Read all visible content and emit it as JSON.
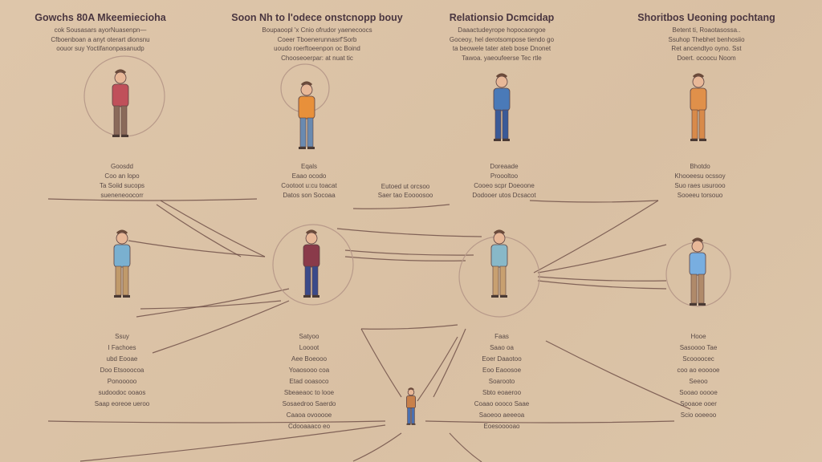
{
  "columns": [
    {
      "title": "Gowchs 80A Mkeemiecioha",
      "lines": [
        "cok Sousasars ayorNuasenpn—",
        "Cfboenboan a anyt oterart dionsnu",
        "oouor suy Yoctifanonpasanudp"
      ]
    },
    {
      "title": "Soon Nh to l'odece onstcnopp bouy",
      "lines": [
        "Boupaoopl 'x Cnio ofrudor yaenecoocs",
        "Coeer Tboenerunnasrf'Sorb",
        "uoudo roerftoeenpon oc Boind",
        "Chooseoerpar: at nuat tic"
      ]
    },
    {
      "title": "Relationsio Dcmcidap",
      "lines": [
        "Daaactudeyrope hopocaongoe",
        "Goceoy, hel derotsompose tiendo go",
        "ta beowele tater ateb bose Dnonet",
        "Tawoa. yaeoufeerse Tec rtle"
      ]
    },
    {
      "title": "Shoritbos Ueoning pochtang",
      "lines": [
        "Betent ti, Roaotasossa..",
        "Ssuhop Thebhet benhosiio",
        "Ret ancendtyo oyno. Sst",
        "Doert. ocoocu Noom"
      ]
    }
  ],
  "row1_captions": [
    [
      "Goosdd",
      "Coo an lopo",
      "Ta Soiid sucops",
      "sueneneoocorr"
    ],
    [
      "Eqals",
      "Eaao ocodo",
      "Cootoot u:cu toacat",
      "Datos son Socoaa"
    ],
    [
      "Doreaade",
      "Proooltoo",
      "Cooeo scpr Doeoone",
      "Dodooer utos Dcsacot"
    ],
    [
      "Bhotdo",
      "Khooeesu ocssoy",
      "Suo raes usurooo",
      "Sooeeu torsouo"
    ]
  ],
  "middle_note": [
    "Eutoed ut orcsoo",
    "Saer tao Eoooosoo"
  ],
  "row2_captions": [
    [
      "Ssuy",
      "I Fachoes",
      "ubd Eooae",
      "Doo Etsooocoa",
      "Ponooooo",
      "sudoodoc ooaos",
      "Saap eoreoe ueroo"
    ],
    [
      "Satyoo",
      "Loooot",
      "Aee Boeooo",
      "Yoaosooo coa",
      "Etad ooasoco",
      "Sbeaeaoc to looe",
      "Sosaedroo Saerdo",
      "Caaoa ovooooe",
      "Cdooaaaco eo"
    ],
    [
      "Faas",
      "Saao oa",
      "Eoer Daaotoo",
      "Eoo Eaoosoe",
      "Soarooto",
      "Sbto eoaeroo",
      "Coaao oooco Saae",
      "Saoeoo aeeeoa",
      "Eoesooooao"
    ],
    [
      "Hooe",
      "Sasoooo Tae",
      "Scoooocec",
      "coo ao eooooe",
      "Seeoo",
      "Sooao ooooe",
      "Sooaoe ooer",
      "Scio ooeeoo"
    ]
  ],
  "colors": {
    "background": "#dcc4a8",
    "ink": "#5a4040",
    "circle": "#b89a8a"
  }
}
